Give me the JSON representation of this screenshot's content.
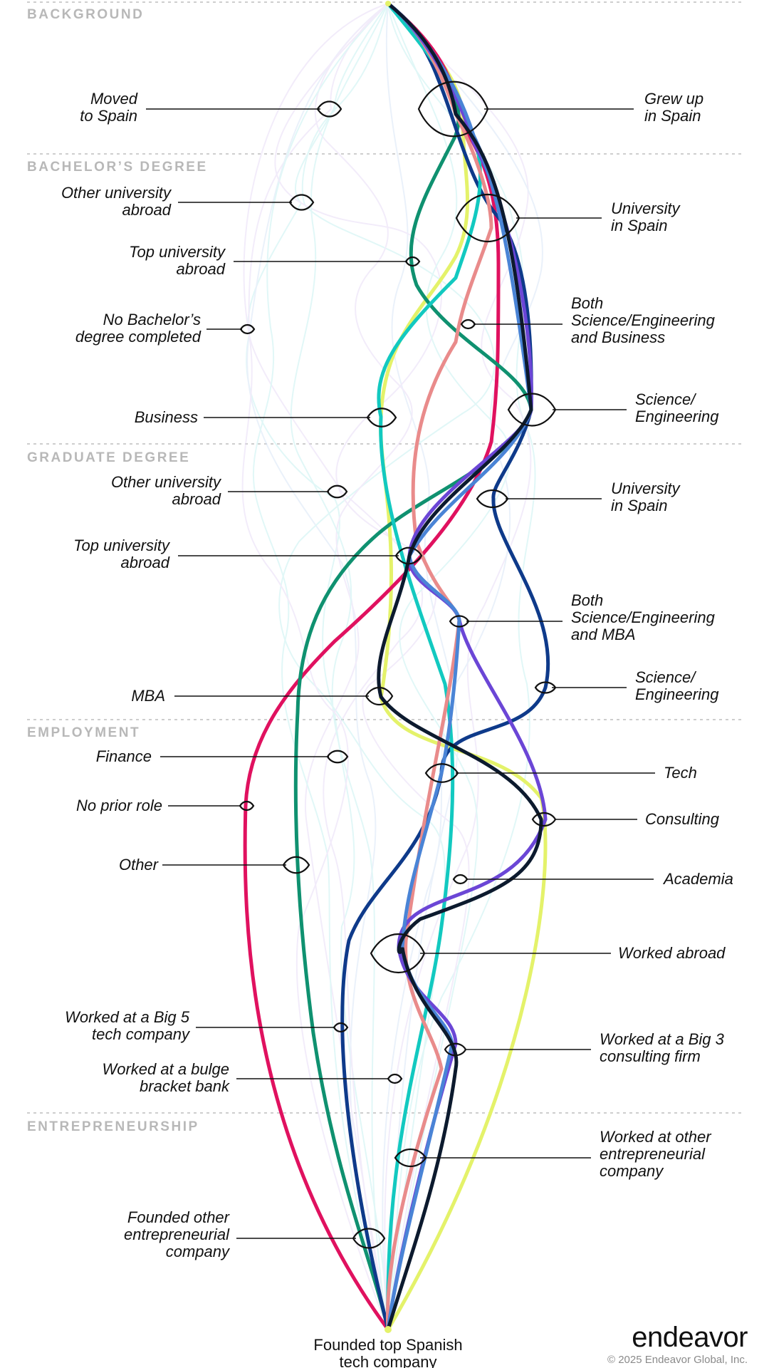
{
  "sections": [
    {
      "id": "background",
      "label": "BACKGROUND"
    },
    {
      "id": "bachelors",
      "label": "BACHELOR’S DEGREE"
    },
    {
      "id": "graduate",
      "label": "GRADUATE DEGREE"
    },
    {
      "id": "employment",
      "label": "EMPLOYMENT"
    },
    {
      "id": "entrepreneurship",
      "label": "ENTREPRENEURSHIP"
    }
  ],
  "nodes": [
    {
      "id": "moved-to-spain",
      "lines": [
        "Moved",
        "to Spain"
      ],
      "side": "left",
      "weight": "small"
    },
    {
      "id": "grew-up-in-spain",
      "lines": [
        "Grew up",
        "in Spain"
      ],
      "side": "right",
      "weight": "large"
    },
    {
      "id": "other-university-abroad-ba",
      "lines": [
        "Other university",
        "abroad"
      ],
      "side": "left",
      "weight": "small"
    },
    {
      "id": "university-in-spain-ba",
      "lines": [
        "University",
        "in Spain"
      ],
      "side": "right",
      "weight": "large"
    },
    {
      "id": "top-university-abroad-ba",
      "lines": [
        "Top university",
        "abroad"
      ],
      "side": "left",
      "weight": "tiny"
    },
    {
      "id": "no-bachelors",
      "lines": [
        "No Bachelor’s",
        "degree completed"
      ],
      "side": "left",
      "weight": "tiny"
    },
    {
      "id": "both-sci-eng-business",
      "lines": [
        "Both",
        "Science/Engineering",
        "and Business"
      ],
      "side": "right",
      "weight": "tiny"
    },
    {
      "id": "business",
      "lines": [
        "Business"
      ],
      "side": "left",
      "weight": "medium"
    },
    {
      "id": "science-engineering-ba",
      "lines": [
        "Science/",
        "Engineering"
      ],
      "side": "right",
      "weight": "large"
    },
    {
      "id": "other-university-abroad-grad",
      "lines": [
        "Other university",
        "abroad"
      ],
      "side": "left",
      "weight": "small"
    },
    {
      "id": "university-in-spain-grad",
      "lines": [
        "University",
        "in Spain"
      ],
      "side": "right",
      "weight": "medium"
    },
    {
      "id": "top-university-abroad-grad",
      "lines": [
        "Top university",
        "abroad"
      ],
      "side": "left",
      "weight": "medium"
    },
    {
      "id": "both-sci-eng-mba",
      "lines": [
        "Both",
        "Science/Engineering",
        "and MBA"
      ],
      "side": "right",
      "weight": "small"
    },
    {
      "id": "mba",
      "lines": [
        "MBA"
      ],
      "side": "left",
      "weight": "medium"
    },
    {
      "id": "science-engineering-grad",
      "lines": [
        "Science/",
        "Engineering"
      ],
      "side": "right",
      "weight": "small"
    },
    {
      "id": "finance",
      "lines": [
        "Finance"
      ],
      "side": "left",
      "weight": "small"
    },
    {
      "id": "tech",
      "lines": [
        "Tech"
      ],
      "side": "right",
      "weight": "medium"
    },
    {
      "id": "no-prior-role",
      "lines": [
        "No prior role"
      ],
      "side": "left",
      "weight": "tiny"
    },
    {
      "id": "consulting",
      "lines": [
        "Consulting"
      ],
      "side": "right",
      "weight": "small"
    },
    {
      "id": "other",
      "lines": [
        "Other"
      ],
      "side": "left",
      "weight": "medium"
    },
    {
      "id": "academia",
      "lines": [
        "Academia"
      ],
      "side": "right",
      "weight": "tiny"
    },
    {
      "id": "worked-abroad",
      "lines": [
        "Worked abroad"
      ],
      "side": "right",
      "weight": "large"
    },
    {
      "id": "big5-tech",
      "lines": [
        "Worked at a Big 5",
        "tech company"
      ],
      "side": "left",
      "weight": "tiny"
    },
    {
      "id": "big3-consulting",
      "lines": [
        "Worked at a Big 3",
        "consulting firm"
      ],
      "side": "right",
      "weight": "small"
    },
    {
      "id": "bulge-bracket",
      "lines": [
        "Worked at a bulge",
        "bracket bank"
      ],
      "side": "left",
      "weight": "tiny"
    },
    {
      "id": "other-entrepreneurial-worked",
      "lines": [
        "Worked at other",
        "entrepreneurial",
        "company"
      ],
      "side": "right",
      "weight": "medium"
    },
    {
      "id": "founded-other",
      "lines": [
        "Founded other",
        "entrepreneurial",
        "company"
      ],
      "side": "left",
      "weight": "medium"
    }
  ],
  "endpoint": {
    "lines": [
      "Founded top Spanish",
      "tech company"
    ]
  },
  "highlight_paths": [
    {
      "id": "path-magenta",
      "color": "#e0115f"
    },
    {
      "id": "path-green",
      "color": "#0f9170"
    },
    {
      "id": "path-navy",
      "color": "#0e3a8a"
    },
    {
      "id": "path-cyan",
      "color": "#12c9c0"
    },
    {
      "id": "path-lime",
      "color": "#e4f26a"
    },
    {
      "id": "path-salmon",
      "color": "#e98b8b"
    },
    {
      "id": "path-black",
      "color": "#0c1a2e"
    },
    {
      "id": "path-purple",
      "color": "#6b46d6"
    },
    {
      "id": "path-blue",
      "color": "#4a84d6"
    }
  ],
  "background_colors": [
    "#c9f2f1",
    "#e9ddf6",
    "#d9e6f7"
  ],
  "brand": {
    "name": "endeavor",
    "copyright": "© 2025 Endeavor Global, Inc."
  }
}
